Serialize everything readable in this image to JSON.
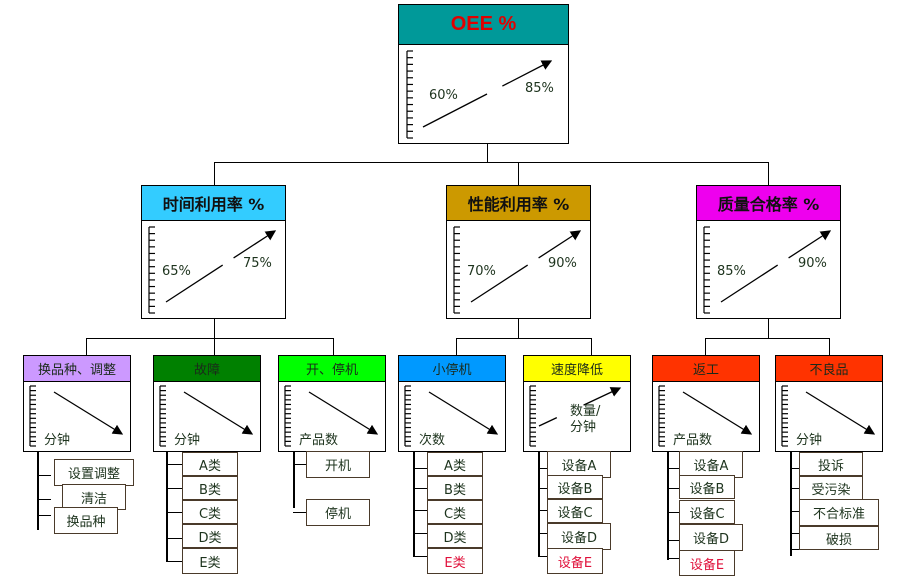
{
  "colors": {
    "oee": "#009999",
    "time": "#33ccff",
    "perf": "#cc9900",
    "quality": "#ee00ee",
    "changeover": "#cc99ff",
    "breakdown": "#008000",
    "startstop": "#00ff00",
    "minorstop": "#0099ff",
    "speed": "#ffff00",
    "rework": "#ff3300",
    "defect": "#ff3300",
    "highlight": "#e0103a",
    "title": "#e00000"
  },
  "root": {
    "title": "OEE %",
    "from": "60%",
    "to": "85%"
  },
  "level2": [
    {
      "title": "时间利用率 %",
      "from": "65%",
      "to": "75%"
    },
    {
      "title": "性能利用率 %",
      "from": "70%",
      "to": "90%"
    },
    {
      "title": "质量合格率 %",
      "from": "85%",
      "to": "90%"
    }
  ],
  "level3": [
    {
      "title": "换品种、调整",
      "unit": "分钟",
      "trend": "down",
      "items": [
        "设置调整",
        "清洁",
        "换品种"
      ]
    },
    {
      "title": "故障",
      "unit": "分钟",
      "trend": "down",
      "items": [
        "A类",
        "B类",
        "C类",
        "D类",
        "E类"
      ]
    },
    {
      "title": "开、停机",
      "unit": "产品数",
      "trend": "down",
      "items": [
        "开机",
        "停机"
      ]
    },
    {
      "title": "小停机",
      "unit": "次数",
      "trend": "down",
      "items": [
        "A类",
        "B类",
        "C类",
        "D类",
        "E类"
      ],
      "highlight_last": true
    },
    {
      "title": "速度降低",
      "unit": "数量/\n分钟",
      "trend": "up",
      "items": [
        "设备A",
        "设备B",
        "设备C",
        "设备D",
        "设备E"
      ],
      "highlight_last": true
    },
    {
      "title": "返工",
      "unit": "产品数",
      "trend": "down",
      "items": [
        "设备A",
        "设备B",
        "设备C",
        "设备D",
        "设备E"
      ],
      "highlight_last": true
    },
    {
      "title": "不良品",
      "unit": "分钟",
      "trend": "down",
      "items": [
        "投诉",
        "受污染",
        "不合标准",
        "破损"
      ]
    }
  ]
}
